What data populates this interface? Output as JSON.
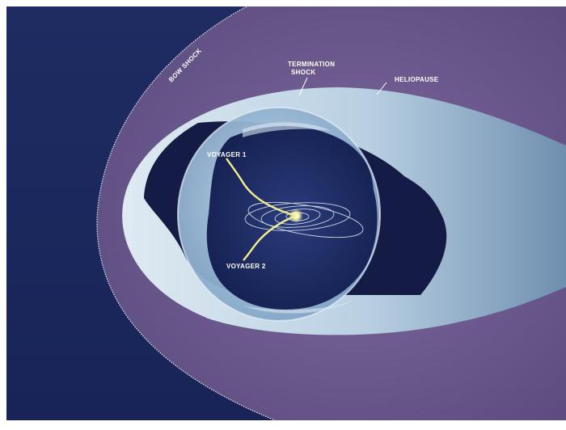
{
  "labels": {
    "bow_shock": "BOW SHOCK",
    "termination_line1": "TERMINATION",
    "termination_line2": "SHOCK",
    "heliopause": "HELIOPAUSE",
    "voyager1": "VOYAGER 1",
    "voyager2": "VOYAGER 2"
  },
  "colors": {
    "interstellar": "#1b2a5e",
    "bow_shock_region": "#6e5a8c",
    "heliosheath": "#c9dbe8",
    "termination_shell": "#9fc0d8",
    "inner_heliosphere": "#1f2f66",
    "voyager_path": "#f4ee8c",
    "orbits": "#e9eef5",
    "sun": "#fff7b0"
  }
}
